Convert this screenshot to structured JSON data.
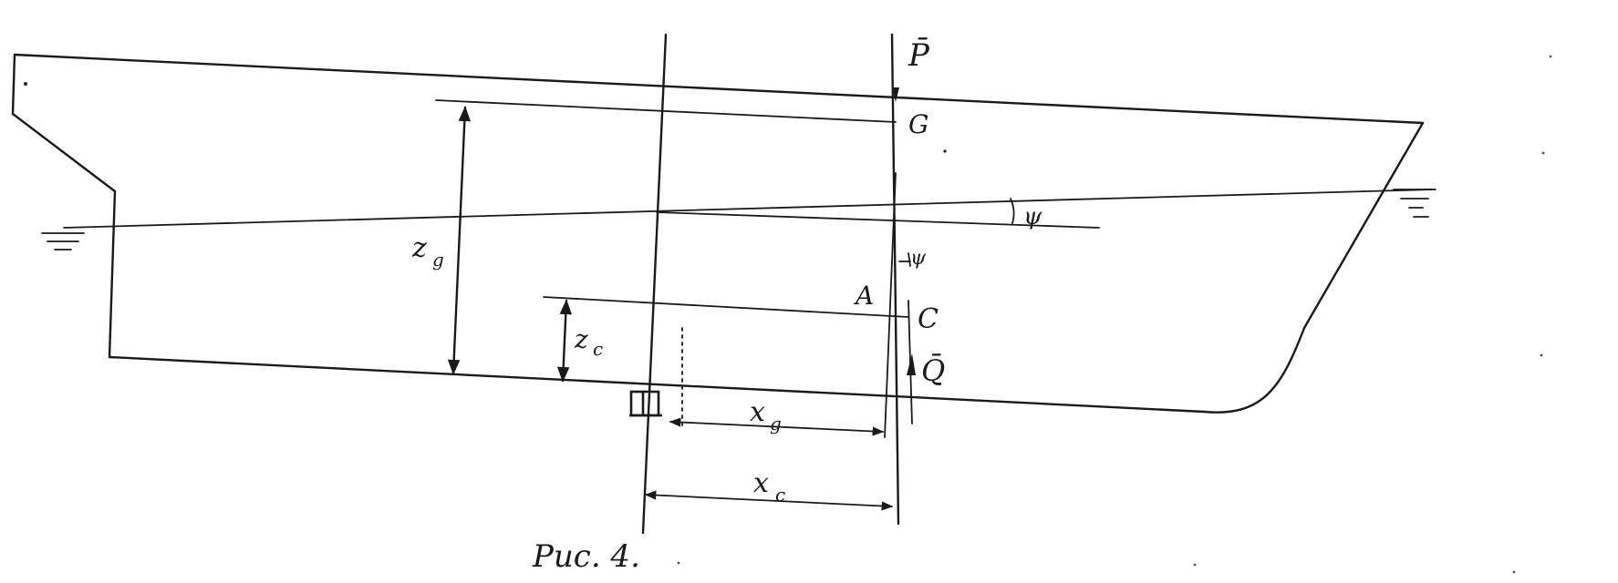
{
  "diagram": {
    "labels": {
      "P": "P̄",
      "G": "G",
      "psi_main": "ψ",
      "psi_small": "ψ",
      "zg": "z",
      "zg_sub": "g",
      "A": "A",
      "C": "C",
      "Q": "Q̄",
      "zc": "z",
      "zc_sub": "c",
      "xg": "x",
      "xg_sub": "g",
      "xc": "x",
      "xc_sub": "c",
      "origin": "Ш"
    },
    "caption": "Рис. 4."
  },
  "colors": {
    "ink": "#1a1a1a",
    "paper": "#ffffff"
  }
}
